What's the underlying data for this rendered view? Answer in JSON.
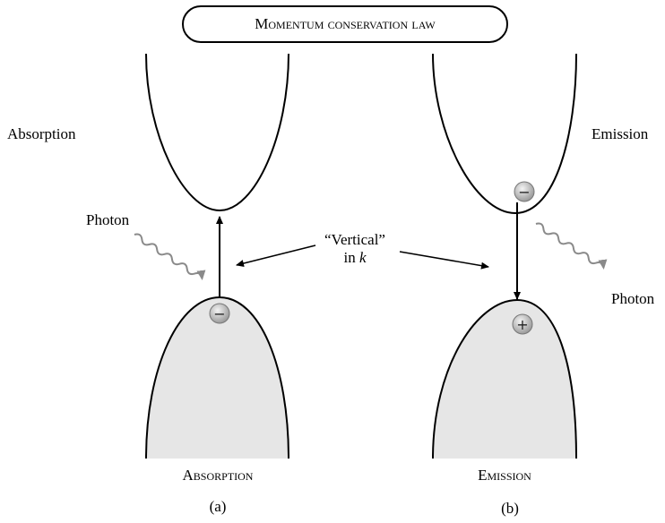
{
  "title": "Momentum conservation law",
  "panel_a": {
    "side_label": "Absorption",
    "photon_label": "Photon",
    "band_label": "Absorption",
    "caption": "(a)",
    "carrier_symbol": "−"
  },
  "panel_b": {
    "side_label": "Emission",
    "photon_label": "Photon",
    "band_label": "Emission",
    "caption": "(b)",
    "electron_symbol": "−",
    "hole_symbol": "+"
  },
  "center_note": {
    "line1": "“Vertical”",
    "line2_prefix": "in ",
    "line2_var": "k"
  },
  "colors": {
    "band_fill": "#e6e6e6",
    "stroke": "#000000",
    "photon_wave": "#8a8a8a",
    "carrier_fill": "#bdbdbd"
  }
}
